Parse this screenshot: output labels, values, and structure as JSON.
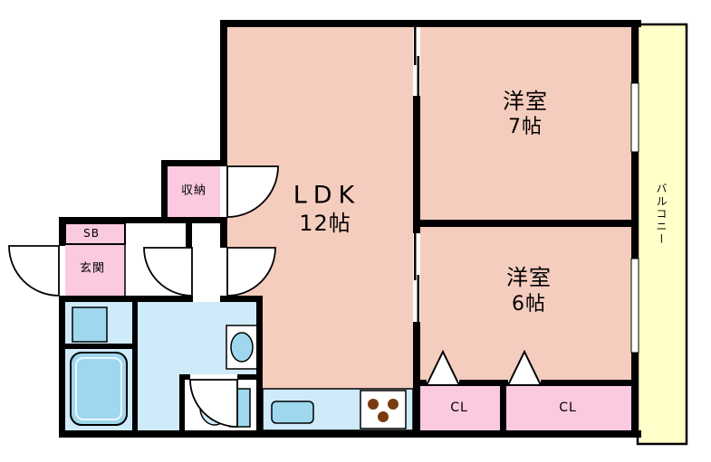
{
  "floorplan": {
    "labels": {
      "ldk_name": "LDK",
      "ldk_size": "12帖",
      "west7_name": "洋室",
      "west7_size": "7帖",
      "west6_name": "洋室",
      "west6_size": "6帖",
      "storage": "収納",
      "shoe_box": "SB",
      "entrance": "玄関",
      "closet_left": "CL",
      "closet_right": "CL",
      "balcony": "バルコニー"
    },
    "colors": {
      "wall": "#000000",
      "room_fill": "#f5cdbe",
      "closet_fill": "#fbc9e0",
      "water_fill": "#cfeaf8",
      "fixture_fill": "#9fd8ee",
      "balcony_fill": "#ffffc9",
      "burner_dot": "#7a3a10"
    }
  }
}
